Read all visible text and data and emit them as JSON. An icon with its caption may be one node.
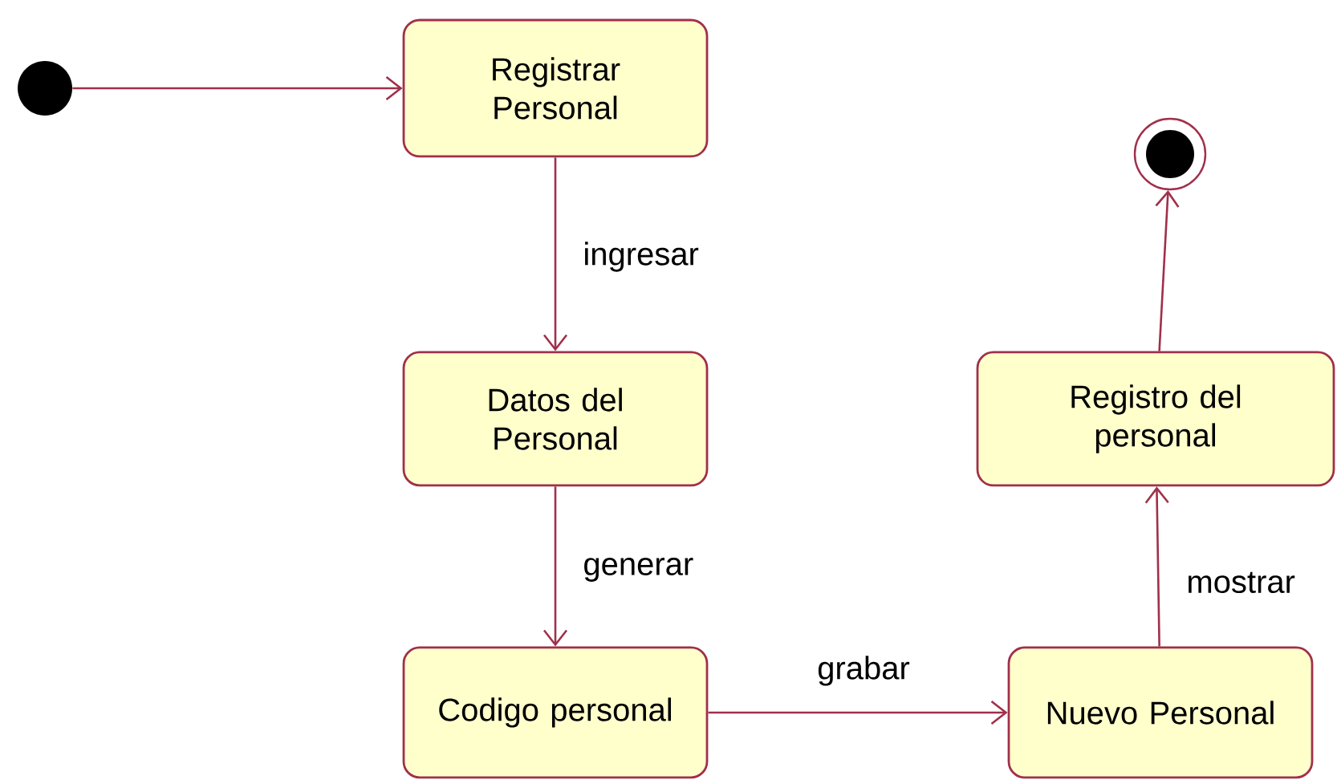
{
  "diagram": {
    "nodes": [
      {
        "text": [],
        "shape": "circle"
      },
      {
        "text": [
          "Registrar Personal"
        ]
      },
      {
        "text": [
          "Datos del Personal"
        ]
      },
      {
        "text": [
          "Codigo personal"
        ]
      },
      {
        "text": [
          "Nuevo Personal"
        ]
      },
      {
        "text": [
          "Registro del personal"
        ]
      },
      {
        "text": [],
        "shape": "circle"
      }
    ],
    "edges": [
      {
        "from": 0,
        "to": 1,
        "arrow": "to"
      },
      {
        "from": 1,
        "to": 2,
        "arrow": "to",
        "label": "ingresar"
      },
      {
        "from": 2,
        "to": 3,
        "arrow": "to",
        "label": "generar"
      },
      {
        "from": 3,
        "to": 4,
        "arrow": "to",
        "label": "grabar"
      },
      {
        "from": 4,
        "to": 5,
        "arrow": "to",
        "label": "mostrar"
      },
      {
        "from": 5,
        "to": 6,
        "arrow": "to"
      }
    ]
  }
}
